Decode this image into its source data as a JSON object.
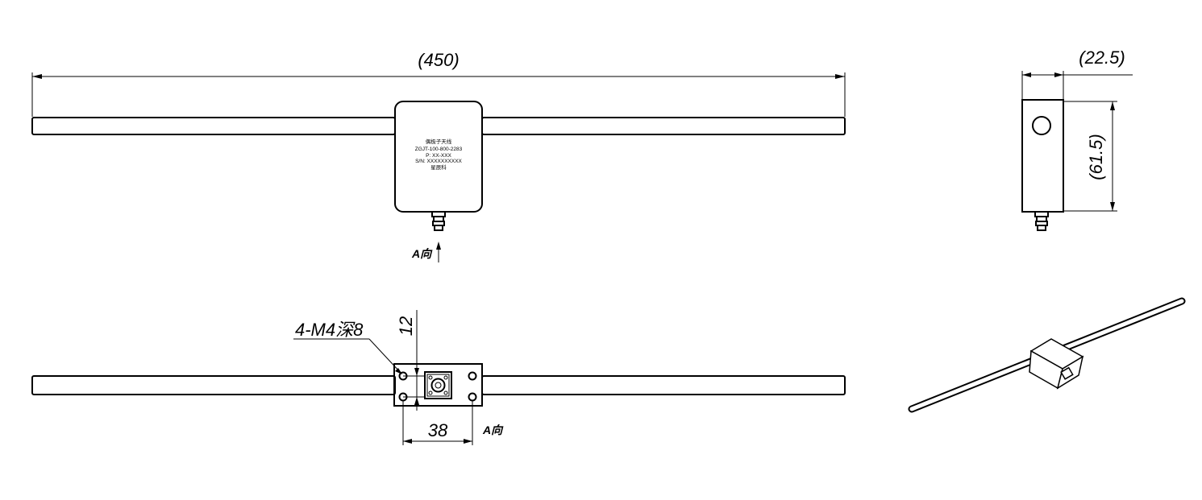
{
  "dimensions": {
    "overall_length": "(450)",
    "side_width": "(22.5)",
    "side_height": "(61.5)",
    "hole_spacing": "38",
    "hole_offset": "12"
  },
  "callouts": {
    "hole_spec": "4-M4深8",
    "view_arrow_front": "A向",
    "view_arrow_bottom": "A向"
  },
  "nameplate": {
    "line1": "偶极子天线",
    "line2": "ZGJT-100-800-2283",
    "line3": "P: XX-XXX",
    "line4": "S/N: XXXXXXXXXX",
    "line5": "星辰科"
  }
}
